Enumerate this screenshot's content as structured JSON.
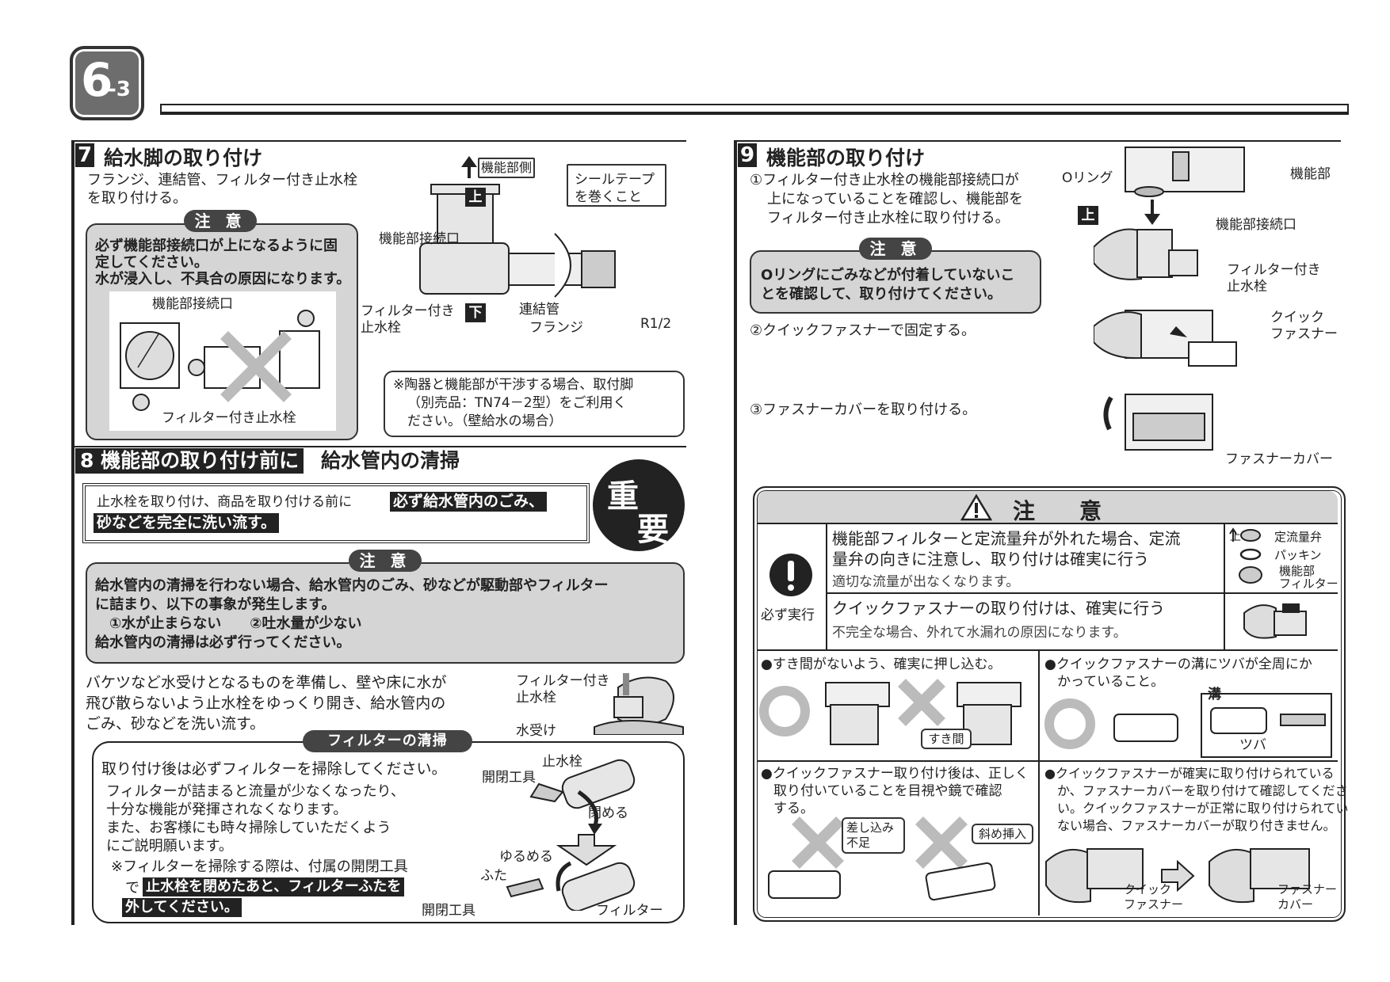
{
  "badge": {
    "main": "6",
    "sub": "-3"
  },
  "s7": {
    "num": "7",
    "title": "給水脚の取り付け",
    "intro": [
      "フランジ、連結管、フィルター付き止水栓",
      "を取り付ける。"
    ],
    "caution_label": "注 意",
    "caution_lines": [
      "必ず機能部接続口が上になるように固",
      "定してください。",
      "水が浸入し、不具合の原因になります。"
    ],
    "fig_label_top": "機能部接続口",
    "fig_label_bottom": "フィルター付き止水栓",
    "diag": {
      "side_label": "機能部側",
      "up": "上",
      "down": "下",
      "seal_tape": [
        "シールテープ",
        "を巻くこと"
      ],
      "connector": "機能部接続口",
      "filter_valve": [
        "フィルター付き",
        "止水栓"
      ],
      "pipe": "連結管",
      "flange": "フランジ",
      "thread": "R1/2"
    },
    "note": [
      "※陶器と機能部が干渉する場合、取付脚",
      "（別売品：TN74－2型）をご利用く",
      "ださい。（壁給水の場合）"
    ]
  },
  "s8": {
    "title_black": "8 機能部の取り付け前に",
    "title_rest": "給水管内の清掃",
    "important": [
      "重",
      "要"
    ],
    "box_plain": "止水栓を取り付け、商品を取り付ける前に",
    "box_bold1": "必ず給水管内のごみ、",
    "box_bold2": "砂などを完全に洗い流す。",
    "caution_label": "注 意",
    "caution_lines": [
      "給水管内の清掃を行わない場合、給水管内のごみ、砂などが駆動部やフィルター",
      "に詰まり、以下の事象が発生します。",
      "①水が止まらない　　②吐水量が少ない",
      "給水管内の清掃は必ず行ってください。"
    ],
    "para": [
      "バケツなど水受けとなるものを準備し、壁や床に水が",
      "飛び散らないよう止水栓をゆっくり開き、給水管内の",
      "ごみ、砂などを洗い流す。"
    ],
    "fig_labels": {
      "valve": [
        "フィルター付き",
        "止水栓"
      ],
      "receiver": "水受け"
    },
    "filter": {
      "label": "フィルターの清掃",
      "line1": "取り付け後は必ずフィルターを掃除してください。",
      "lines": [
        "フィルターが詰まると流量が少なくなったり、",
        "十分な機能が発揮されなくなります。",
        "また、お客様にも時々掃除していただくよう",
        "にご説明願います。"
      ],
      "note_plain": "※フィルターを掃除する際は、付属の開閉工具",
      "note_de": "で",
      "note_bold1": "止水栓を閉めたあと、フィルターふたを",
      "note_bold2": "外してください。",
      "labels": {
        "valve": "止水栓",
        "tool1": "開閉工具",
        "close": "閉める",
        "loosen": "ゆるめる",
        "lid": "ふた",
        "tool2": "開閉工具",
        "filter": "フィルター"
      }
    }
  },
  "s9": {
    "num": "9",
    "title": "機能部の取り付け",
    "step1": [
      "①フィルター付き止水栓の機能部接続口が",
      "上になっていることを確認し、機能部を",
      "フィルター付き止水栓に取り付ける。"
    ],
    "caution_label": "注 意",
    "caution_lines": [
      "Oリングにごみなどが付着していないこ",
      "とを確認して、取り付けてください。"
    ],
    "step2": "②クイックファスナーで固定する。",
    "step3": "③ファスナーカバーを取り付ける。",
    "labels": {
      "oring": "Oリング",
      "unit": "機能部",
      "up": "上",
      "connector": "機能部接続口",
      "filter_valve": [
        "フィルター付き",
        "止水栓"
      ],
      "fastener": [
        "クイック",
        "ファスナー"
      ],
      "cover": "ファスナーカバー"
    }
  },
  "warn": {
    "title": "注　　意",
    "must": "必ず実行",
    "r1_bold": [
      "機能部フィルターと定流量弁が外れた場合、定流",
      "量弁の向きに注意し、取り付けは確実に行う"
    ],
    "r1_sub": "適切な流量が出なくなります。",
    "r1_labels": {
      "up": "上",
      "valve": "定流量弁",
      "packing": "パッキン",
      "filter": [
        "機能部",
        "フィルター"
      ]
    },
    "r2_bold": "クイックファスナーの取り付けは、確実に行う",
    "r2_sub": "不完全な場合、外れて水漏れの原因になります。",
    "c1": "●すき間がないよう、確実に押し込む。",
    "c1_tag": "すき間",
    "c2": [
      "●クイックファスナーの溝にツバが全周にか",
      "かっていること。"
    ],
    "c2_groove": "溝",
    "c2_flange": "ツバ",
    "c3": [
      "●クイックファスナー取り付け後は、正しく",
      "取り付いていることを目視や鏡で確認",
      "する。"
    ],
    "c3_tag1": [
      "差し込み",
      "不足"
    ],
    "c3_tag2": "斜め挿入",
    "c4": [
      "●クイックファスナーが確実に取り付けられている",
      "か、ファスナーカバーを取り付けて確認してくださ",
      "い。クイックファスナーが正常に取り付けられてい",
      "ない場合、ファスナーカバーが取り付きません。"
    ],
    "c4_label1": [
      "クイック",
      "ファスナー"
    ],
    "c4_label2": [
      "ファスナー",
      "カバー"
    ]
  }
}
